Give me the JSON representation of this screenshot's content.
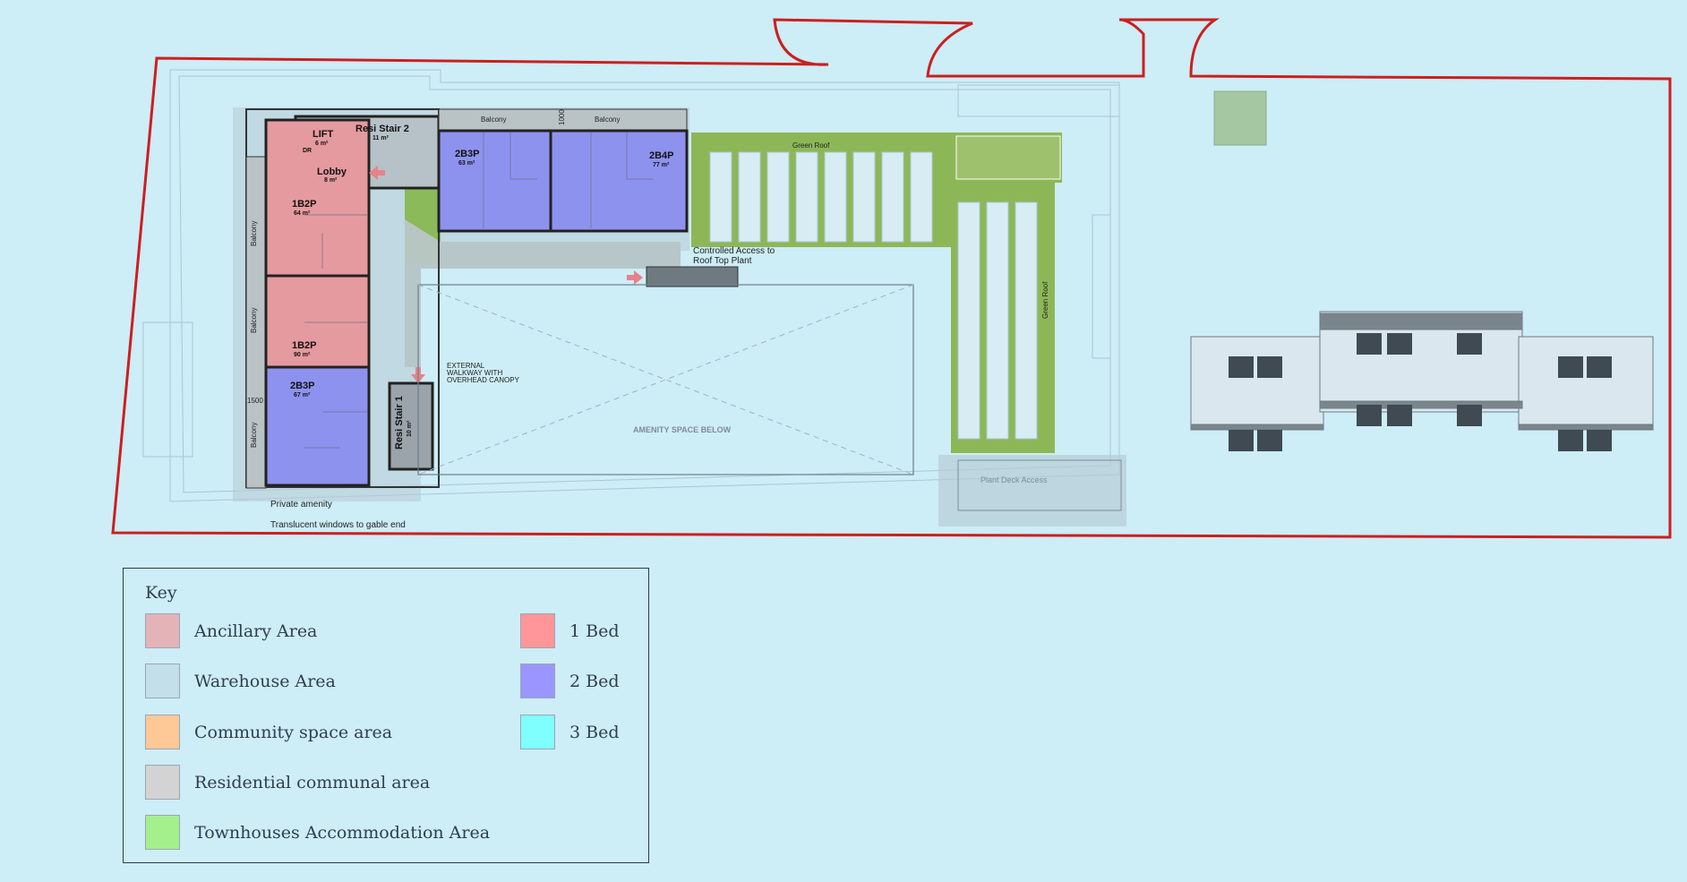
{
  "units": [
    {
      "name": "1B2P",
      "area": "64 m²"
    },
    {
      "name": "1B2P",
      "area": "90 m²"
    },
    {
      "name": "2B3P",
      "area": "67 m²"
    },
    {
      "name": "2B3P",
      "area": "63 m²"
    },
    {
      "name": "2B4P",
      "area": "77 m²"
    }
  ],
  "rooms": {
    "lift": "LIFT",
    "lift_area": "6 m²",
    "stair2": "Resi Stair 2",
    "stair2_area": "11 m²",
    "lobby": "Lobby",
    "lobby_area": "8 m²",
    "stair1": "Resi Stair 1",
    "stair1_area": "10 m²",
    "lift_code": "DR"
  },
  "labels": {
    "balcony": "Balcony",
    "green_roof": "Green Roof",
    "controlled_access_line1": "Controlled Access to",
    "controlled_access_line2": "Roof Top Plant",
    "walkway_line1": "EXTERNAL",
    "walkway_line2": "WALKWAY WITH",
    "walkway_line3": "OVERHEAD CANOPY",
    "amenity": "AMENITY SPACE BELOW",
    "plant_deck": "Plant Deck Access",
    "private_amenity": "Private amenity",
    "translucent": "Translucent windows to gable end",
    "dim_1500": "1500",
    "dim_1000": "1000"
  },
  "key": {
    "title": "Key",
    "items": [
      {
        "label": "Ancillary Area",
        "color": "#e3b3b8"
      },
      {
        "label": "Warehouse Area",
        "color": "#c3e0ea"
      },
      {
        "label": "Community space area",
        "color": "#ffc896"
      },
      {
        "label": "Residential communal area",
        "color": "#d3d3d3"
      },
      {
        "label": "Townhouses Accommodation Area",
        "color": "#a3f08c"
      },
      {
        "label": "1 Bed",
        "color": "#ff9699"
      },
      {
        "label": "2 Bed",
        "color": "#9b96ff"
      },
      {
        "label": "3 Bed",
        "color": "#80ffff"
      }
    ]
  },
  "colors": {
    "site_boundary": "#cc1f1f",
    "one_bed": "#e59a9f",
    "two_bed": "#8e92ef",
    "green_roof": "#8db757"
  }
}
